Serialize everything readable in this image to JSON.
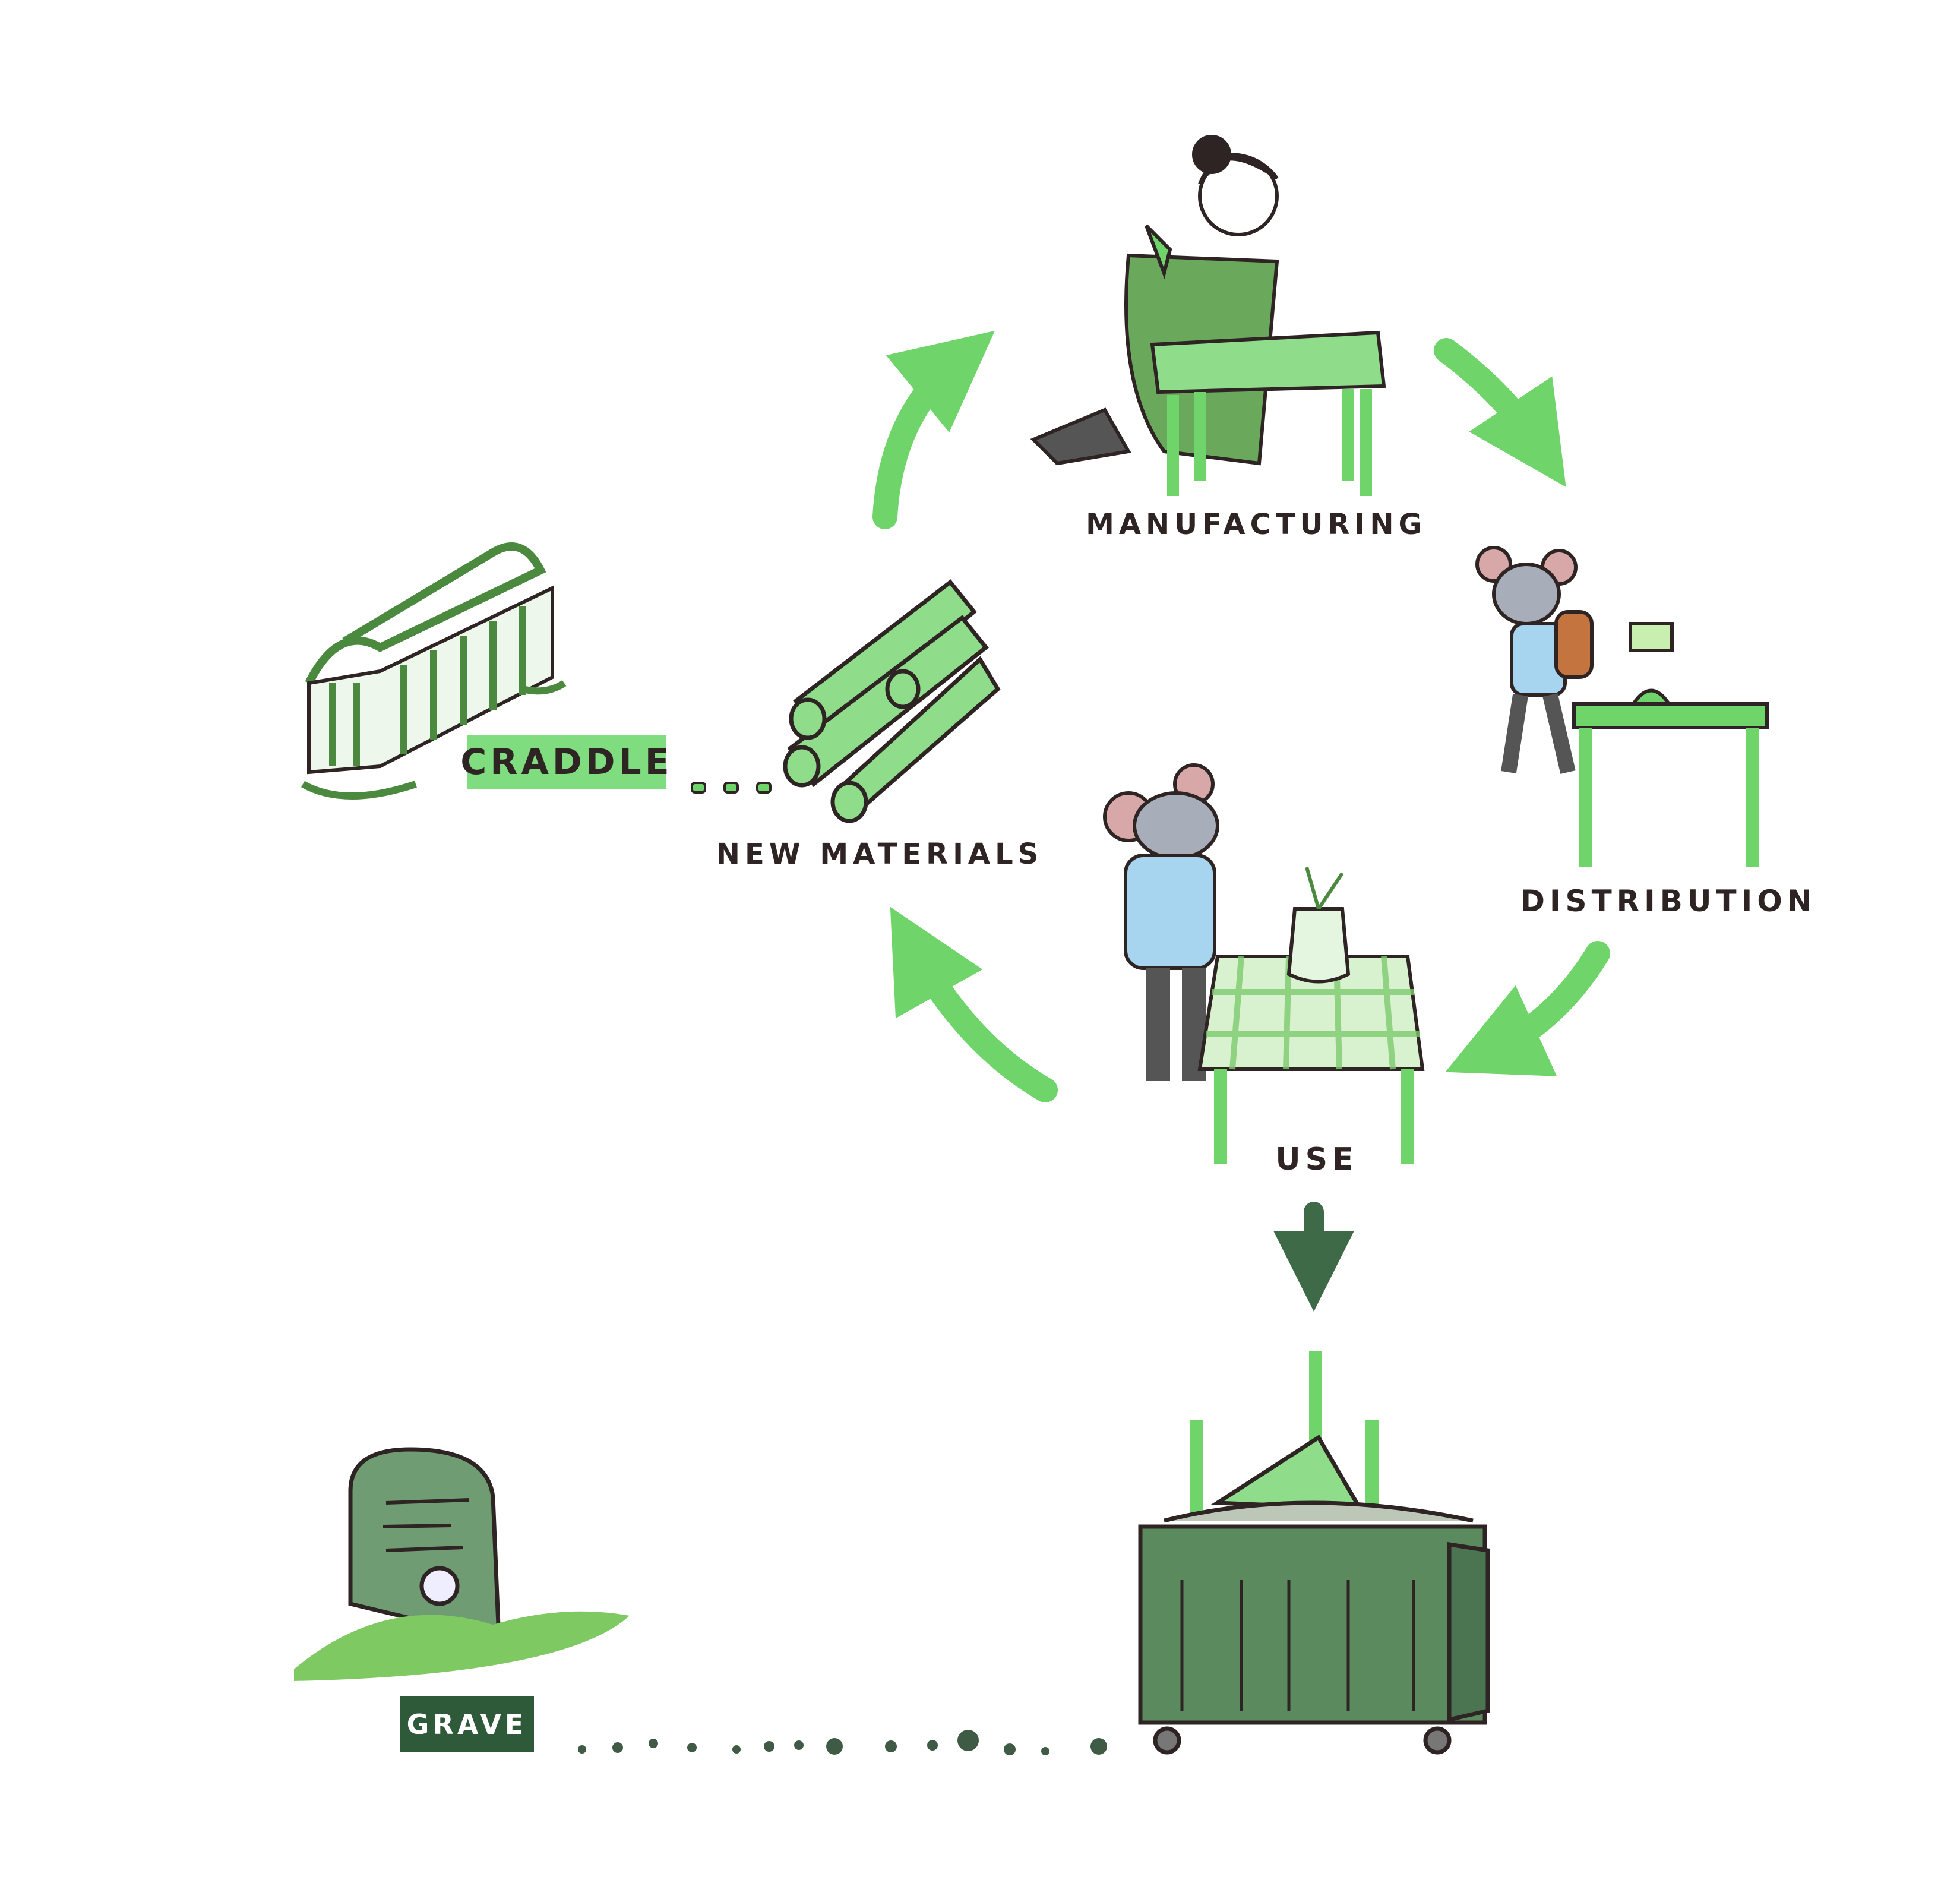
{
  "stages": {
    "manufacturing": "MANUFACTURING",
    "distribution": "DISTRIBUTION",
    "use": "USE",
    "new_materials": "NEW MATERIALS"
  },
  "endpoints": {
    "cradle": "CRADDLE",
    "grave": "GRAVE"
  },
  "colors": {
    "cycle_arrow": "#6fd46a",
    "down_arrow": "#3f6a48",
    "cradle_tag": "#7fdc7f",
    "grave_tag": "#2f5a3a",
    "label_text": "#2e2424"
  }
}
